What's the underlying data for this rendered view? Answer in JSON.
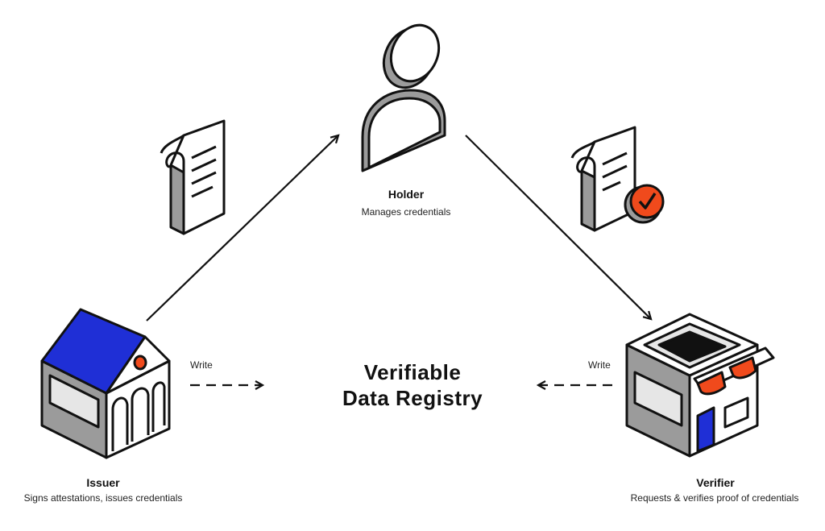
{
  "holder": {
    "title": "Holder",
    "subtitle": "Manages credentials"
  },
  "issuer": {
    "title": "Issuer",
    "subtitle": "Signs attestations, issues credentials"
  },
  "verifier": {
    "title": "Verifier",
    "subtitle": "Requests & verifies proof of credentials"
  },
  "registry": {
    "line1": "Verifiable",
    "line2": "Data Registry"
  },
  "write_left": "Write",
  "write_right": "Write",
  "colors": {
    "issuer_roof": "#1f2fd6",
    "accent_orange": "#f04a1c",
    "gray": "#9b9b9b",
    "stroke": "#111111"
  }
}
